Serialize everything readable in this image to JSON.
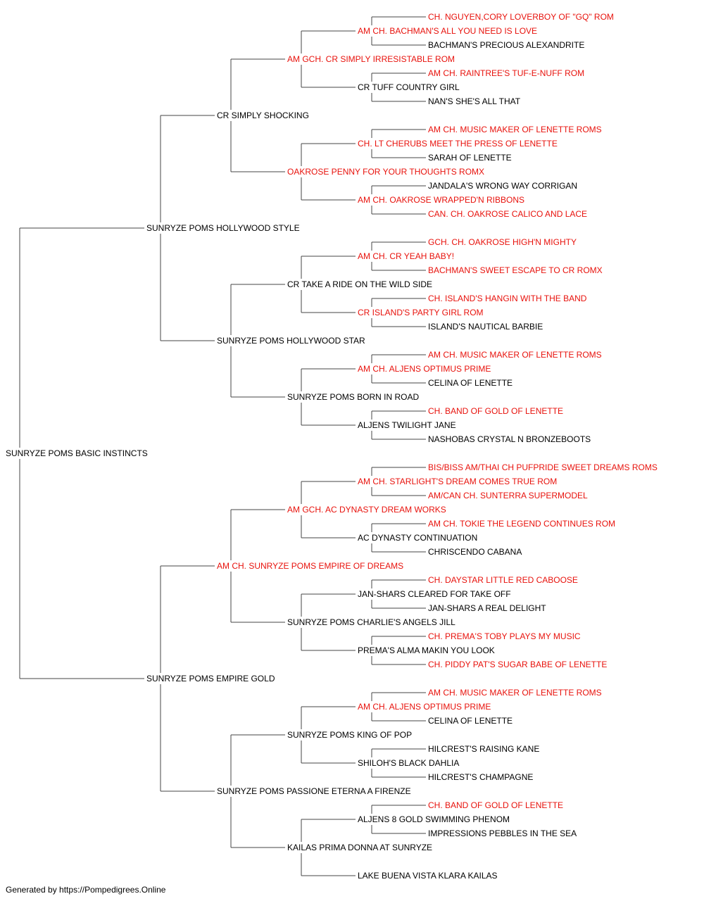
{
  "colors": {
    "champion": "#e8120c",
    "normal": "#000000",
    "line": "#444444"
  },
  "pedigree": {
    "name": "SUNRYZE POMS BASIC INSTINCTS",
    "champion": false,
    "sire": {
      "name": "SUNRYZE POMS HOLLYWOOD STYLE",
      "champion": false,
      "sire": {
        "name": "CR SIMPLY SHOCKING",
        "champion": false,
        "sire": {
          "name": "AM GCH. CR SIMPLY IRRESISTABLE ROM",
          "champion": true,
          "sire": {
            "name": "AM CH. BACHMAN'S ALL YOU NEED IS LOVE",
            "champion": true,
            "sire": {
              "name": "CH. NGUYEN,CORY LOVERBOY OF \"GQ\" ROM",
              "champion": true
            },
            "dam": {
              "name": "BACHMAN'S PRECIOUS ALEXANDRITE",
              "champion": false
            }
          },
          "dam": {
            "name": "CR TUFF COUNTRY GIRL",
            "champion": false,
            "sire": {
              "name": "AM CH. RAINTREE'S TUF-E-NUFF ROM",
              "champion": true
            },
            "dam": {
              "name": "NAN'S SHE'S ALL THAT",
              "champion": false
            }
          }
        },
        "dam": {
          "name": "OAKROSE PENNY FOR YOUR THOUGHTS ROMX",
          "champion": true,
          "sire": {
            "name": "CH. LT CHERUBS MEET THE PRESS OF LENETTE",
            "champion": true,
            "sire": {
              "name": "AM CH. MUSIC MAKER OF LENETTE ROMS",
              "champion": true
            },
            "dam": {
              "name": "SARAH OF LENETTE",
              "champion": false
            }
          },
          "dam": {
            "name": "AM CH. OAKROSE WRAPPED'N RIBBONS",
            "champion": true,
            "sire": {
              "name": "JANDALA'S WRONG WAY CORRIGAN",
              "champion": false
            },
            "dam": {
              "name": "CAN. CH. OAKROSE CALICO AND LACE",
              "champion": true
            }
          }
        }
      },
      "dam": {
        "name": "SUNRYZE POMS HOLLYWOOD STAR",
        "champion": false,
        "sire": {
          "name": "CR TAKE A RIDE ON THE WILD SIDE",
          "champion": false,
          "sire": {
            "name": "AM CH. CR YEAH BABY!",
            "champion": true,
            "sire": {
              "name": "GCH. CH. OAKROSE HIGH'N MIGHTY",
              "champion": true
            },
            "dam": {
              "name": "BACHMAN'S SWEET ESCAPE TO CR ROMX",
              "champion": true
            }
          },
          "dam": {
            "name": "CR ISLAND'S PARTY GIRL ROM",
            "champion": true,
            "sire": {
              "name": "CH. ISLAND'S HANGIN WITH THE BAND",
              "champion": true
            },
            "dam": {
              "name": "ISLAND'S NAUTICAL BARBIE",
              "champion": false
            }
          }
        },
        "dam": {
          "name": "SUNRYZE POMS BORN IN ROAD",
          "champion": false,
          "sire": {
            "name": "AM CH. ALJENS OPTIMUS PRIME",
            "champion": true,
            "sire": {
              "name": "AM CH. MUSIC MAKER OF LENETTE ROMS",
              "champion": true
            },
            "dam": {
              "name": "CELINA OF LENETTE",
              "champion": false
            }
          },
          "dam": {
            "name": "ALJENS TWILIGHT JANE",
            "champion": false,
            "sire": {
              "name": "CH. BAND OF GOLD OF LENETTE",
              "champion": true
            },
            "dam": {
              "name": "NASHOBAS CRYSTAL N BRONZEBOOTS",
              "champion": false
            }
          }
        }
      }
    },
    "dam": {
      "name": "SUNRYZE POMS EMPIRE GOLD",
      "champion": false,
      "sire": {
        "name": "AM CH. SUNRYZE POMS EMPIRE OF DREAMS",
        "champion": true,
        "sire": {
          "name": "AM GCH. AC DYNASTY DREAM WORKS",
          "champion": true,
          "sire": {
            "name": "AM CH. STARLIGHT'S DREAM COMES TRUE ROM",
            "champion": true,
            "sire": {
              "name": "BIS/BISS AM/THAI CH PUFPRIDE SWEET DREAMS ROMS",
              "champion": true
            },
            "dam": {
              "name": "AM/CAN CH. SUNTERRA SUPERMODEL",
              "champion": true
            }
          },
          "dam": {
            "name": "AC DYNASTY CONTINUATION",
            "champion": false,
            "sire": {
              "name": "AM CH. TOKIE THE LEGEND CONTINUES ROM",
              "champion": true
            },
            "dam": {
              "name": "CHRISCENDO CABANA",
              "champion": false
            }
          }
        },
        "dam": {
          "name": "SUNRYZE POMS CHARLIE'S ANGELS JILL",
          "champion": false,
          "sire": {
            "name": "JAN-SHARS CLEARED FOR TAKE OFF",
            "champion": false,
            "sire": {
              "name": "CH. DAYSTAR LITTLE RED CABOOSE",
              "champion": true
            },
            "dam": {
              "name": "JAN-SHARS A REAL DELIGHT",
              "champion": false
            }
          },
          "dam": {
            "name": "PREMA'S ALMA MAKIN YOU LOOK",
            "champion": false,
            "sire": {
              "name": "CH. PREMA'S TOBY PLAYS MY MUSIC",
              "champion": true
            },
            "dam": {
              "name": "CH. PIDDY PAT'S SUGAR BABE OF LENETTE",
              "champion": true
            }
          }
        }
      },
      "dam": {
        "name": "SUNRYZE POMS PASSIONE ETERNA A FIRENZE",
        "champion": false,
        "sire": {
          "name": "SUNRYZE POMS KING OF POP",
          "champion": false,
          "sire": {
            "name": "AM CH. ALJENS OPTIMUS PRIME",
            "champion": true,
            "sire": {
              "name": "AM CH. MUSIC MAKER OF LENETTE ROMS",
              "champion": true
            },
            "dam": {
              "name": "CELINA OF LENETTE",
              "champion": false
            }
          },
          "dam": {
            "name": "SHILOH'S BLACK DAHLIA",
            "champion": false,
            "sire": {
              "name": "HILCREST'S RAISING KANE",
              "champion": false
            },
            "dam": {
              "name": "HILCREST'S CHAMPAGNE",
              "champion": false
            }
          }
        },
        "dam": {
          "name": "KAILAS PRIMA DONNA AT SUNRYZE",
          "champion": false,
          "sire": {
            "name": "ALJENS 8 GOLD SWIMMING PHENOM",
            "champion": false,
            "sire": {
              "name": "CH. BAND OF GOLD OF LENETTE",
              "champion": true
            },
            "dam": {
              "name": "IMPRESSIONS PEBBLES IN THE SEA",
              "champion": false
            }
          },
          "dam": {
            "name": "LAKE BUENA VISTA KLARA KAILAS",
            "champion": false
          }
        }
      }
    }
  },
  "footer": {
    "text": "Generated by https://Pompedigrees.Online"
  }
}
